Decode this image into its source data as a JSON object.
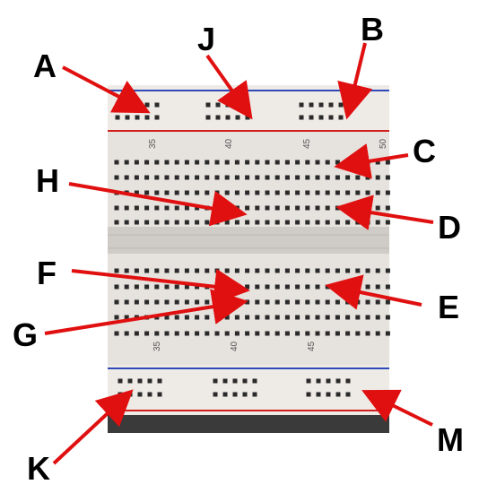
{
  "colors": {
    "board": "#e6e3df",
    "channel": "#cfcbc6",
    "hole": "#2a2a2a",
    "rail_blue": "#2f49b8",
    "rail_red": "#d21d1d",
    "arrow": "#e01010",
    "label": "#000000"
  },
  "column_numbers": {
    "top": [
      "35",
      "40",
      "45",
      "50"
    ],
    "bottom": [
      "35",
      "40",
      "45"
    ]
  },
  "callouts": [
    {
      "letter": "A",
      "icon": "arrow"
    },
    {
      "letter": "J",
      "icon": "arrow"
    },
    {
      "letter": "B",
      "icon": "arrow"
    },
    {
      "letter": "C",
      "icon": "arrow"
    },
    {
      "letter": "H",
      "icon": "arrow"
    },
    {
      "letter": "D",
      "icon": "arrow"
    },
    {
      "letter": "F",
      "icon": "arrow"
    },
    {
      "letter": "E",
      "icon": "arrow"
    },
    {
      "letter": "G",
      "icon": "arrow"
    },
    {
      "letter": "K",
      "icon": "arrow"
    },
    {
      "letter": "M",
      "icon": "arrow"
    }
  ]
}
